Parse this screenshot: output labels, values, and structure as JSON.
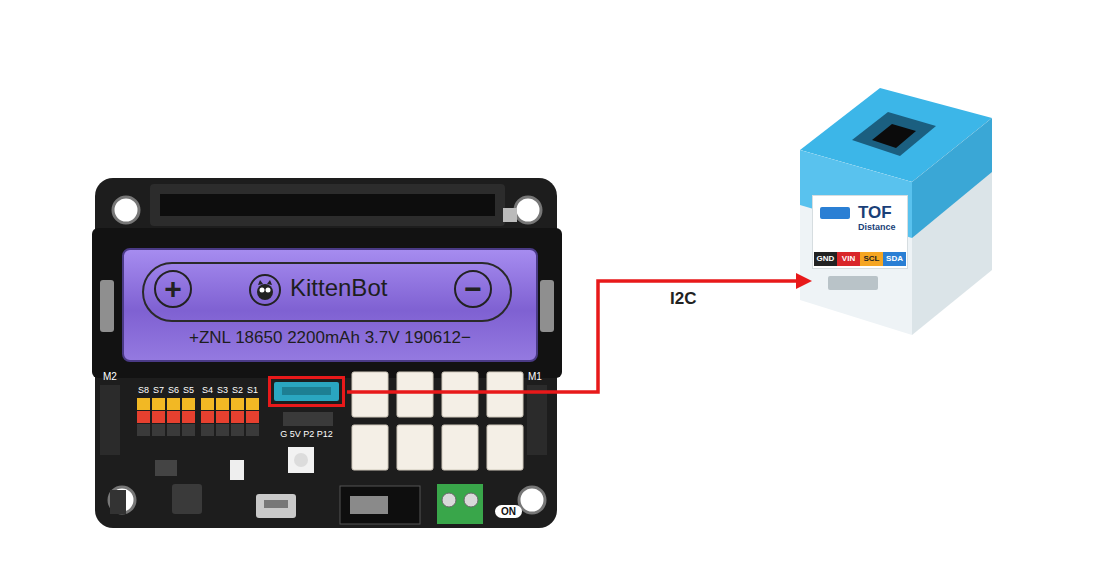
{
  "diagram": {
    "nodes": [
      {
        "text": [
          "+",
          "KittenBot",
          "−",
          "+ZNL 18650 2200mAh 3.7V 190612−"
        ]
      },
      {
        "text": [
          "G 5V P2 P12"
        ]
      },
      {
        "text": [
          "TOF",
          "Distance",
          "GND",
          "VIN",
          "SCL",
          "SDA"
        ]
      }
    ],
    "edges": [
      {
        "from": 1,
        "to": 2,
        "arrow": "to",
        "label": "I2C"
      }
    ],
    "labels": [
      "M2",
      "S8",
      "S7",
      "S6",
      "S5",
      "S4",
      "S3",
      "S2",
      "S1",
      "M1",
      "ON"
    ]
  }
}
